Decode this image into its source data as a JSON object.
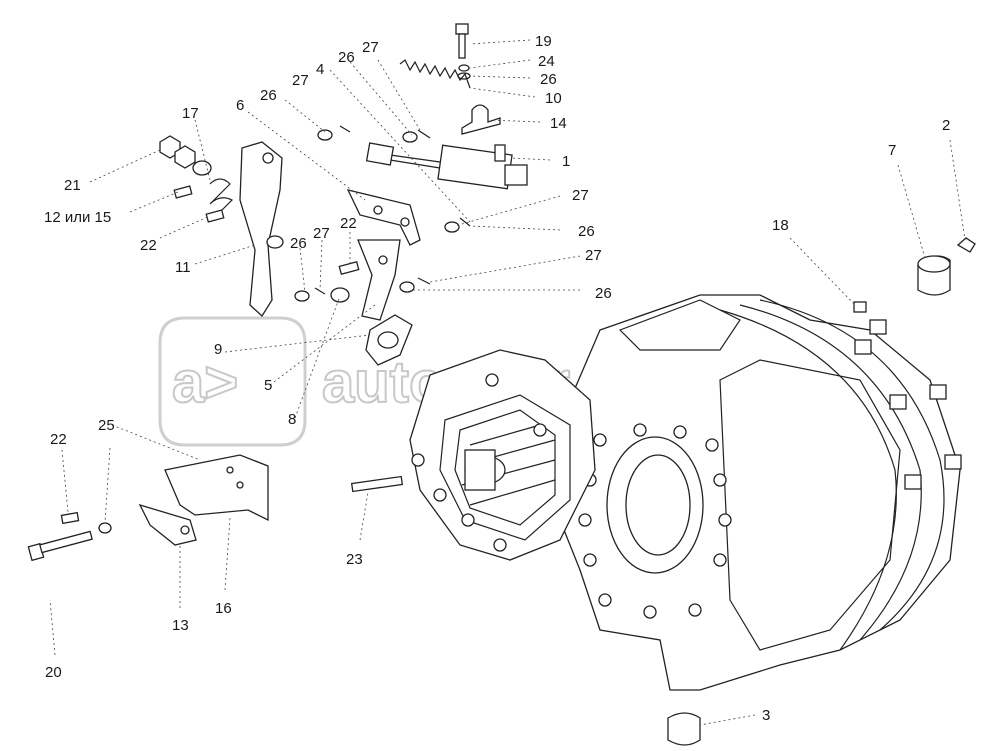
{
  "watermark": {
    "logo": "a>",
    "text": "autopiter.ru"
  },
  "callouts": [
    {
      "key": "c19",
      "text": "19"
    },
    {
      "key": "c24",
      "text": "24"
    },
    {
      "key": "c26a",
      "text": "26"
    },
    {
      "key": "c10",
      "text": "10"
    },
    {
      "key": "c14",
      "text": "14"
    },
    {
      "key": "c1",
      "text": "1"
    },
    {
      "key": "c27a",
      "text": "27"
    },
    {
      "key": "c26b",
      "text": "26"
    },
    {
      "key": "c27b",
      "text": "27"
    },
    {
      "key": "c26c",
      "text": "26"
    },
    {
      "key": "c2",
      "text": "2"
    },
    {
      "key": "c7",
      "text": "7"
    },
    {
      "key": "c18",
      "text": "18"
    },
    {
      "key": "c27c",
      "text": "27"
    },
    {
      "key": "c26d",
      "text": "26"
    },
    {
      "key": "c4",
      "text": "4"
    },
    {
      "key": "c27d",
      "text": "27"
    },
    {
      "key": "c26e",
      "text": "26"
    },
    {
      "key": "c6",
      "text": "6"
    },
    {
      "key": "c17",
      "text": "17"
    },
    {
      "key": "c21",
      "text": "21"
    },
    {
      "key": "c12",
      "text": "12 или 15"
    },
    {
      "key": "c22a",
      "text": "22"
    },
    {
      "key": "c11",
      "text": "11"
    },
    {
      "key": "c22b",
      "text": "22"
    },
    {
      "key": "c27e",
      "text": "27"
    },
    {
      "key": "c26f",
      "text": "26"
    },
    {
      "key": "c9",
      "text": "9"
    },
    {
      "key": "c5",
      "text": "5"
    },
    {
      "key": "c8",
      "text": "8"
    },
    {
      "key": "c25",
      "text": "25"
    },
    {
      "key": "c22c",
      "text": "22"
    },
    {
      "key": "c23",
      "text": "23"
    },
    {
      "key": "c16",
      "text": "16"
    },
    {
      "key": "c13",
      "text": "13"
    },
    {
      "key": "c20",
      "text": "20"
    },
    {
      "key": "c3",
      "text": "3"
    }
  ]
}
